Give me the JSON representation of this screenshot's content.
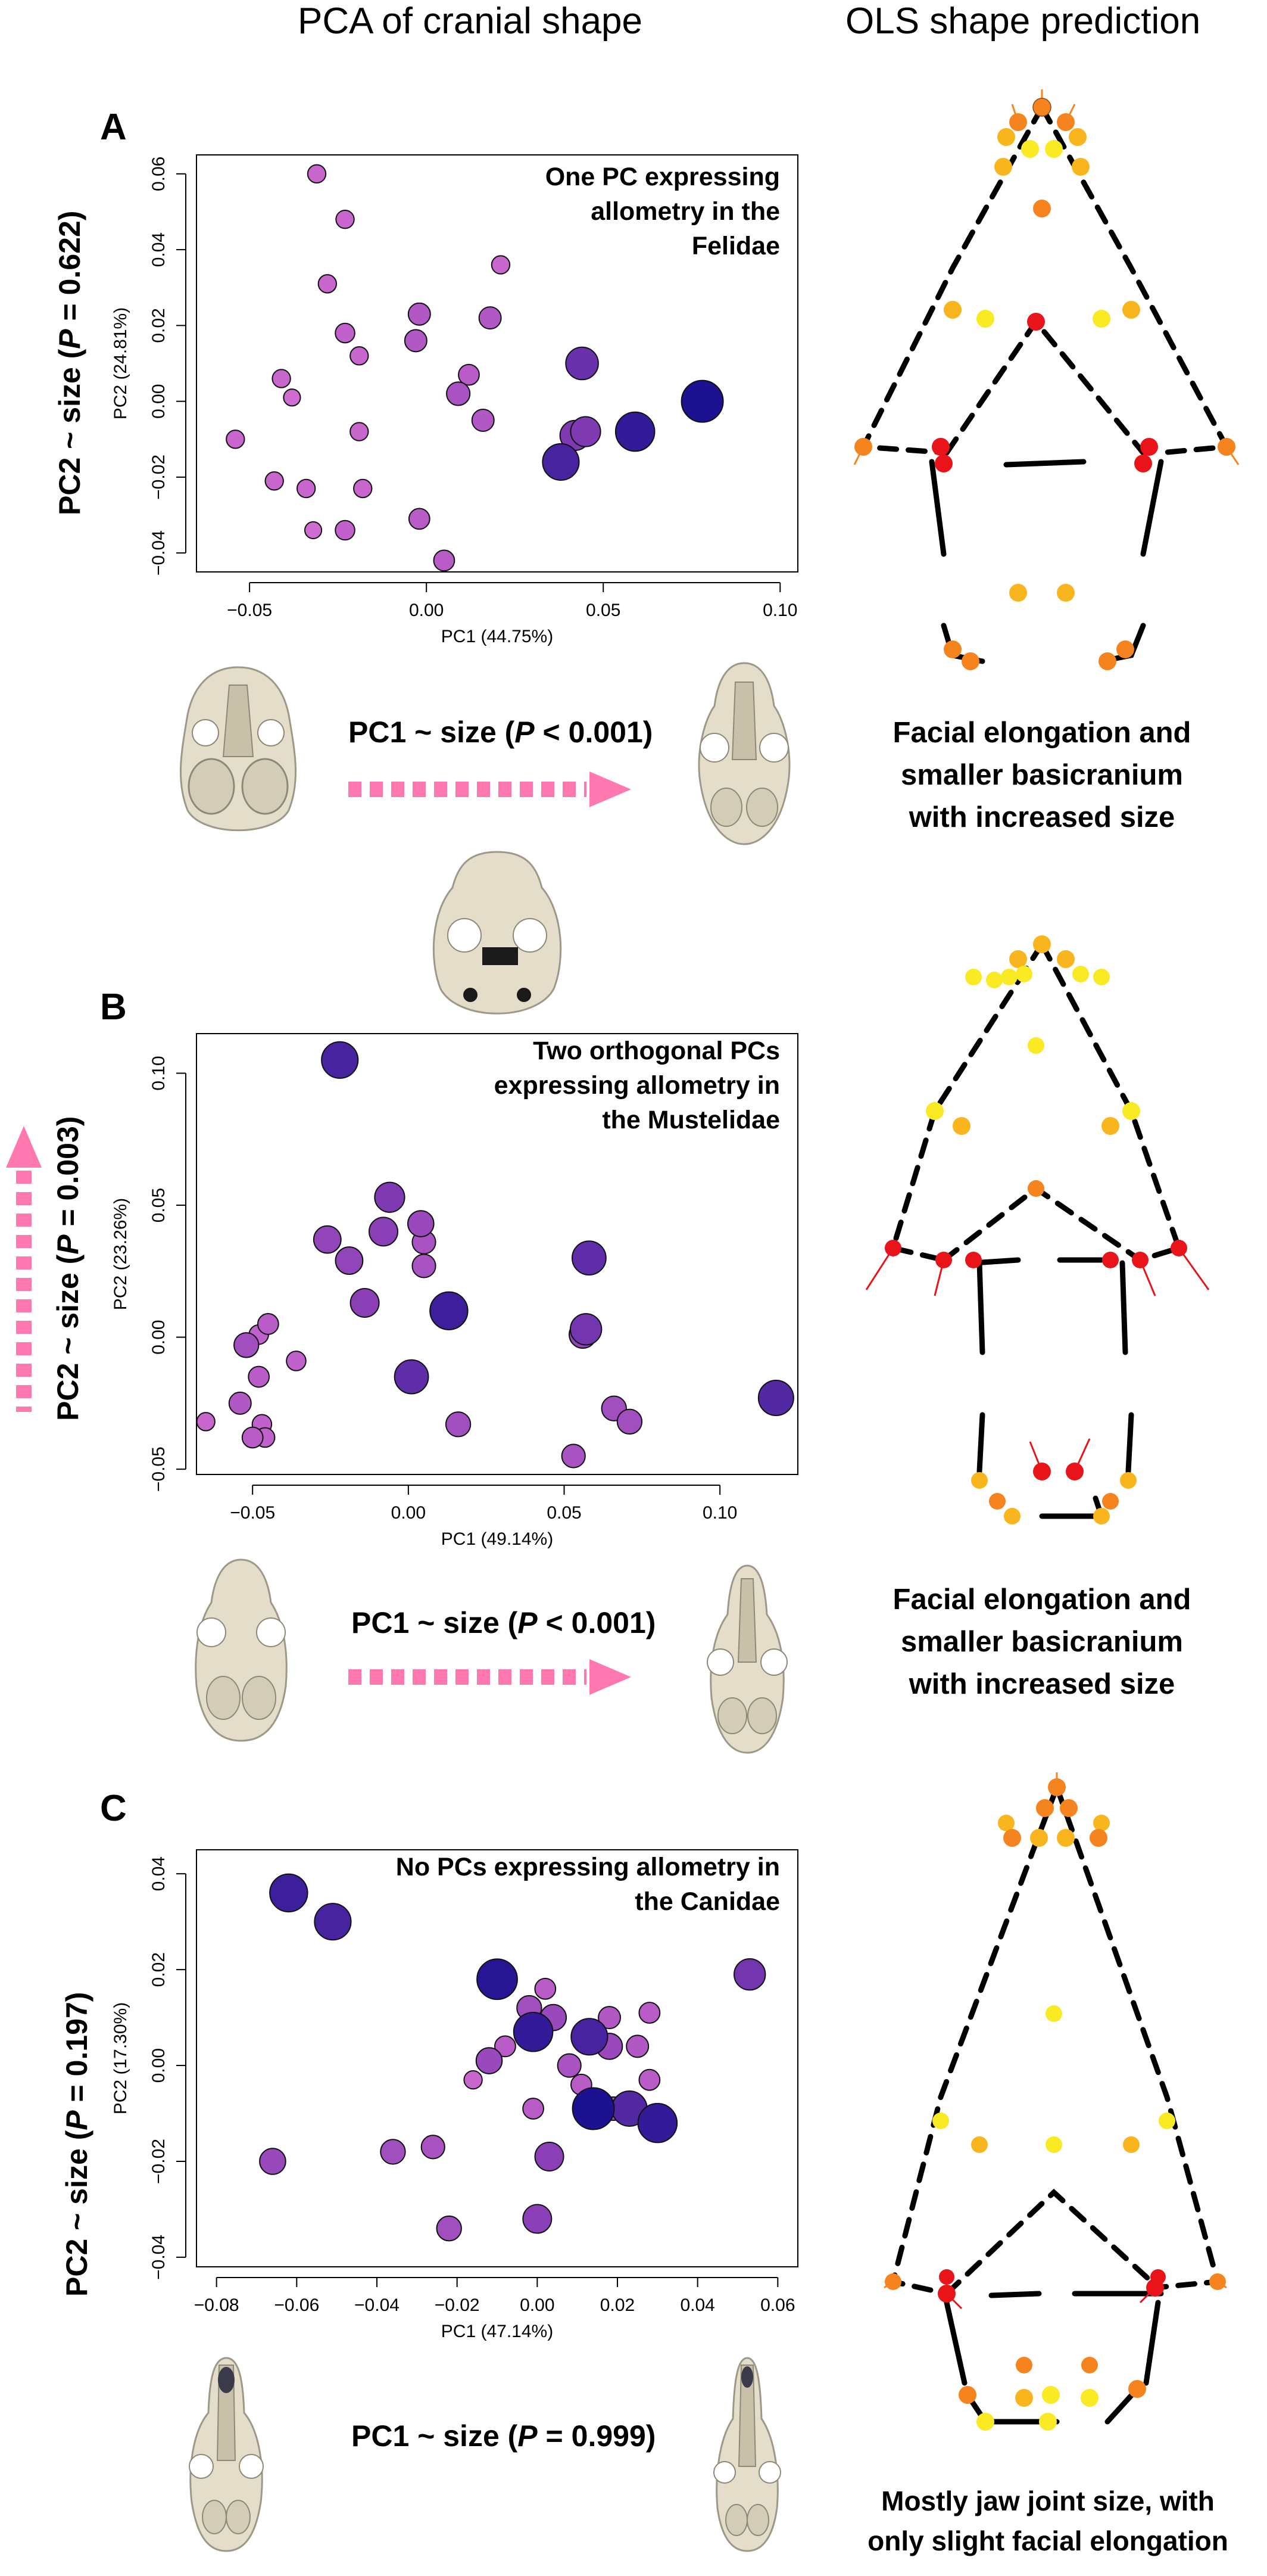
{
  "headers": {
    "left": "PCA of cranial shape",
    "right": "OLS shape prediction"
  },
  "colors": {
    "small": "#d870d4",
    "mid": "#8a3fb6",
    "large": "#1c1190",
    "arrow": "#ff79b0",
    "lm_red": "#e8141a",
    "lm_orange": "#f5841f",
    "lm_gold": "#f9b51d",
    "lm_yellow": "#f9ea23",
    "skull": "#e3ddca"
  },
  "panels": [
    {
      "letter": "A",
      "annotation": [
        "One PC expressing",
        "allometry in the",
        "Felidae"
      ],
      "pc1_test": "PC1 ~ size (",
      "pc1_p": "P",
      "pc1_val": " < 0.001)",
      "pc2_test": "PC2 ~ size (",
      "pc2_p": "P",
      "pc2_val": " = 0.622)",
      "description": [
        "Facial elongation and",
        "smaller basicranium",
        "with increased size"
      ]
    },
    {
      "letter": "B",
      "annotation": [
        "Two orthogonal PCs",
        "expressing allometry in",
        "the Mustelidae"
      ],
      "pc1_test": "PC1 ~ size (",
      "pc1_p": "P",
      "pc1_val": " < 0.001)",
      "pc2_test": "PC2 ~ size (",
      "pc2_p": "P",
      "pc2_val": " = 0.003)",
      "description": [
        "Facial elongation and",
        "smaller basicranium",
        "with increased size"
      ]
    },
    {
      "letter": "C",
      "annotation": [
        "No PCs expressing allometry in",
        "the Canidae"
      ],
      "pc1_test": "PC1 ~ size (",
      "pc1_p": "P",
      "pc1_val": " = 0.999)",
      "pc2_test": "PC2 ~ size (",
      "pc2_p": "P",
      "pc2_val": " = 0.197)",
      "description": [
        "Mostly jaw joint size, with",
        "only slight facial elongation"
      ]
    }
  ],
  "chart_data": [
    {
      "type": "scatter",
      "title": "",
      "xlabel": "PC1 (44.75%)",
      "ylabel": "PC2 (24.81%)",
      "xlim": [
        -0.065,
        0.105
      ],
      "ylim": [
        -0.045,
        0.065
      ],
      "xticks": [
        -0.05,
        0.0,
        0.05,
        0.1
      ],
      "xtick_labels": [
        "−0.05",
        "0.00",
        "0.05",
        "0.10"
      ],
      "yticks": [
        -0.04,
        -0.02,
        0.0,
        0.02,
        0.04,
        0.06
      ],
      "ytick_labels": [
        "−0.04",
        "−0.02",
        "0.00",
        "0.02",
        "0.04",
        "0.06"
      ],
      "points": [
        {
          "x": -0.031,
          "y": 0.06,
          "s": 0.1
        },
        {
          "x": -0.023,
          "y": 0.048,
          "s": 0.1
        },
        {
          "x": -0.028,
          "y": 0.031,
          "s": 0.1
        },
        {
          "x": 0.021,
          "y": 0.036,
          "s": 0.1
        },
        {
          "x": -0.023,
          "y": 0.018,
          "s": 0.15
        },
        {
          "x": -0.002,
          "y": 0.023,
          "s": 0.25
        },
        {
          "x": 0.018,
          "y": 0.022,
          "s": 0.25
        },
        {
          "x": -0.003,
          "y": 0.016,
          "s": 0.25
        },
        {
          "x": -0.019,
          "y": 0.012,
          "s": 0.1
        },
        {
          "x": -0.041,
          "y": 0.006,
          "s": 0.1
        },
        {
          "x": -0.038,
          "y": 0.001,
          "s": 0.05
        },
        {
          "x": 0.012,
          "y": 0.007,
          "s": 0.2
        },
        {
          "x": 0.009,
          "y": 0.002,
          "s": 0.3
        },
        {
          "x": 0.016,
          "y": -0.005,
          "s": 0.25
        },
        {
          "x": -0.019,
          "y": -0.008,
          "s": 0.1
        },
        {
          "x": -0.054,
          "y": -0.01,
          "s": 0.1
        },
        {
          "x": -0.043,
          "y": -0.021,
          "s": 0.1
        },
        {
          "x": -0.034,
          "y": -0.023,
          "s": 0.1
        },
        {
          "x": -0.018,
          "y": -0.023,
          "s": 0.1
        },
        {
          "x": -0.032,
          "y": -0.034,
          "s": 0.05
        },
        {
          "x": -0.023,
          "y": -0.034,
          "s": 0.15
        },
        {
          "x": -0.002,
          "y": -0.031,
          "s": 0.2
        },
        {
          "x": 0.005,
          "y": -0.042,
          "s": 0.2
        },
        {
          "x": 0.044,
          "y": 0.01,
          "s": 0.65
        },
        {
          "x": 0.042,
          "y": -0.009,
          "s": 0.55
        },
        {
          "x": 0.045,
          "y": -0.008,
          "s": 0.55
        },
        {
          "x": 0.038,
          "y": -0.016,
          "s": 0.8
        },
        {
          "x": 0.059,
          "y": -0.008,
          "s": 0.9
        },
        {
          "x": 0.078,
          "y": 0.0,
          "s": 1.0
        }
      ]
    },
    {
      "type": "scatter",
      "title": "",
      "xlabel": "PC1 (49.14%)",
      "ylabel": "PC2 (23.26%)",
      "xlim": [
        -0.068,
        0.125
      ],
      "ylim": [
        -0.052,
        0.115
      ],
      "xticks": [
        -0.05,
        0.0,
        0.05,
        0.1
      ],
      "xtick_labels": [
        "−0.05",
        "0.00",
        "0.05",
        "0.10"
      ],
      "yticks": [
        -0.05,
        0.0,
        0.05,
        0.1
      ],
      "ytick_labels": [
        "−0.05",
        "0.00",
        "0.05",
        "0.10"
      ],
      "points": [
        {
          "x": -0.022,
          "y": 0.105,
          "s": 0.8
        },
        {
          "x": -0.006,
          "y": 0.053,
          "s": 0.55
        },
        {
          "x": -0.026,
          "y": 0.037,
          "s": 0.45
        },
        {
          "x": -0.008,
          "y": 0.04,
          "s": 0.5
        },
        {
          "x": 0.004,
          "y": 0.043,
          "s": 0.4
        },
        {
          "x": -0.019,
          "y": 0.029,
          "s": 0.45
        },
        {
          "x": 0.005,
          "y": 0.036,
          "s": 0.3
        },
        {
          "x": 0.005,
          "y": 0.027,
          "s": 0.3
        },
        {
          "x": -0.014,
          "y": 0.013,
          "s": 0.5
        },
        {
          "x": 0.013,
          "y": 0.01,
          "s": 0.85
        },
        {
          "x": 0.058,
          "y": 0.03,
          "s": 0.7
        },
        {
          "x": 0.057,
          "y": 0.003,
          "s": 0.6
        },
        {
          "x": 0.056,
          "y": 0.001,
          "s": 0.45
        },
        {
          "x": 0.001,
          "y": -0.015,
          "s": 0.7
        },
        {
          "x": -0.045,
          "y": 0.005,
          "s": 0.2
        },
        {
          "x": -0.048,
          "y": 0.001,
          "s": 0.15
        },
        {
          "x": -0.052,
          "y": -0.003,
          "s": 0.35
        },
        {
          "x": -0.036,
          "y": -0.009,
          "s": 0.15
        },
        {
          "x": -0.048,
          "y": -0.015,
          "s": 0.2
        },
        {
          "x": -0.054,
          "y": -0.025,
          "s": 0.25
        },
        {
          "x": -0.047,
          "y": -0.033,
          "s": 0.15
        },
        {
          "x": -0.046,
          "y": -0.038,
          "s": 0.15
        },
        {
          "x": -0.05,
          "y": -0.038,
          "s": 0.2
        },
        {
          "x": -0.065,
          "y": -0.032,
          "s": 0.1
        },
        {
          "x": 0.016,
          "y": -0.033,
          "s": 0.35
        },
        {
          "x": 0.066,
          "y": -0.027,
          "s": 0.35
        },
        {
          "x": 0.071,
          "y": -0.032,
          "s": 0.35
        },
        {
          "x": 0.053,
          "y": -0.045,
          "s": 0.3
        },
        {
          "x": 0.118,
          "y": -0.023,
          "s": 0.75
        }
      ]
    },
    {
      "type": "scatter",
      "title": "",
      "xlabel": "PC1 (47.14%)",
      "ylabel": "PC2 (17.30%)",
      "xlim": [
        -0.085,
        0.065
      ],
      "ylim": [
        -0.042,
        0.045
      ],
      "xticks": [
        -0.08,
        -0.06,
        -0.04,
        -0.02,
        0.0,
        0.02,
        0.04,
        0.06
      ],
      "xtick_labels": [
        "−0.08",
        "−0.06",
        "−0.04",
        "−0.02",
        "0.00",
        "0.02",
        "0.04",
        "0.06"
      ],
      "yticks": [
        -0.04,
        -0.02,
        0.0,
        0.02,
        0.04
      ],
      "ytick_labels": [
        "−0.04",
        "−0.02",
        "0.00",
        "0.02",
        "0.04"
      ],
      "points": [
        {
          "x": -0.062,
          "y": 0.036,
          "s": 0.85
        },
        {
          "x": -0.051,
          "y": 0.03,
          "s": 0.8
        },
        {
          "x": -0.01,
          "y": 0.018,
          "s": 0.95
        },
        {
          "x": 0.053,
          "y": 0.019,
          "s": 0.6
        },
        {
          "x": -0.001,
          "y": 0.007,
          "s": 0.9
        },
        {
          "x": 0.013,
          "y": 0.006,
          "s": 0.8
        },
        {
          "x": 0.014,
          "y": -0.009,
          "s": 1.0
        },
        {
          "x": 0.03,
          "y": -0.012,
          "s": 0.9
        },
        {
          "x": 0.023,
          "y": -0.009,
          "s": 0.75
        },
        {
          "x": -0.002,
          "y": 0.012,
          "s": 0.35
        },
        {
          "x": 0.002,
          "y": 0.016,
          "s": 0.2
        },
        {
          "x": 0.004,
          "y": 0.01,
          "s": 0.4
        },
        {
          "x": 0.018,
          "y": 0.01,
          "s": 0.25
        },
        {
          "x": 0.028,
          "y": 0.011,
          "s": 0.2
        },
        {
          "x": 0.025,
          "y": 0.004,
          "s": 0.25
        },
        {
          "x": 0.018,
          "y": 0.004,
          "s": 0.4
        },
        {
          "x": 0.008,
          "y": 0.0,
          "s": 0.3
        },
        {
          "x": -0.008,
          "y": 0.004,
          "s": 0.2
        },
        {
          "x": -0.012,
          "y": 0.001,
          "s": 0.4
        },
        {
          "x": -0.016,
          "y": -0.003,
          "s": 0.1
        },
        {
          "x": 0.011,
          "y": -0.004,
          "s": 0.2
        },
        {
          "x": 0.028,
          "y": -0.003,
          "s": 0.2
        },
        {
          "x": -0.001,
          "y": -0.009,
          "s": 0.2
        },
        {
          "x": 0.019,
          "y": -0.009,
          "s": 0.3
        },
        {
          "x": 0.003,
          "y": -0.019,
          "s": 0.5
        },
        {
          "x": -0.036,
          "y": -0.018,
          "s": 0.35
        },
        {
          "x": -0.026,
          "y": -0.017,
          "s": 0.3
        },
        {
          "x": -0.066,
          "y": -0.02,
          "s": 0.4
        },
        {
          "x": -0.022,
          "y": -0.034,
          "s": 0.35
        },
        {
          "x": 0.0,
          "y": -0.032,
          "s": 0.5
        }
      ]
    }
  ]
}
